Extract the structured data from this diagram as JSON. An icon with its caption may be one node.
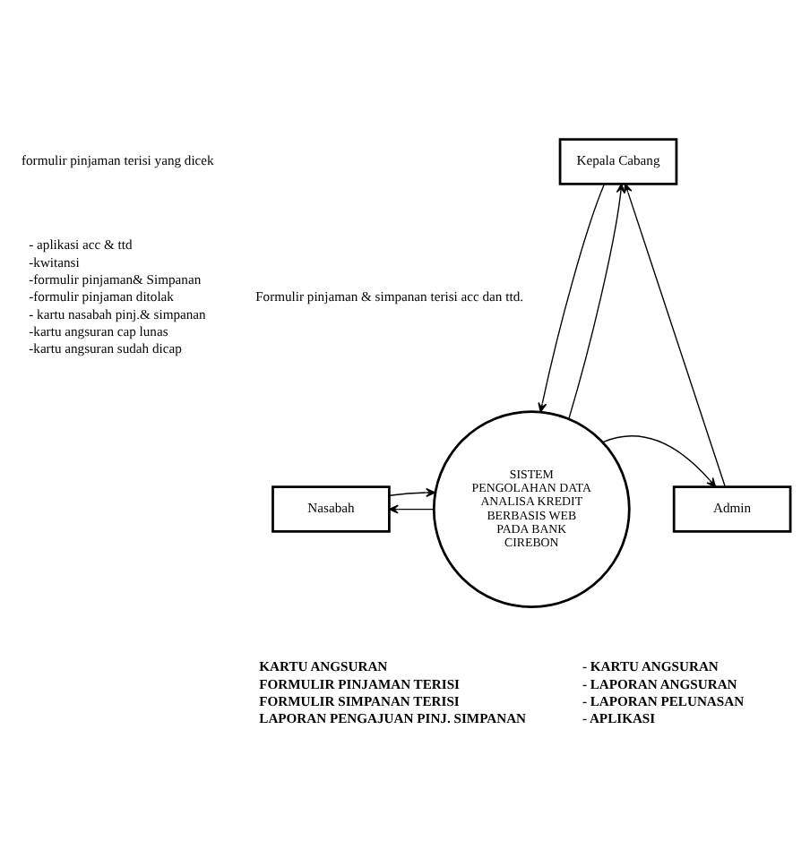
{
  "diagram": {
    "nodes": [
      {
        "text": [
          "Kepala Cabang"
        ]
      },
      {
        "text": [
          "SISTEM PENGOLAHAN DATA ANALISA KREDIT BERBASIS WEB PADA BANK CIREBON"
        ]
      },
      {
        "text": [
          "Nasabah"
        ]
      },
      {
        "text": [
          "Admin"
        ]
      }
    ],
    "edges": [
      {
        "from": 0,
        "to": 1,
        "arrow": "to"
      },
      {
        "from": 1,
        "to": 0,
        "arrow": "to"
      },
      {
        "from": 3,
        "to": 0,
        "arrow": "to"
      },
      {
        "from": 1,
        "to": 2,
        "arrow": "to"
      },
      {
        "from": 2,
        "to": 1,
        "arrow": "to"
      },
      {
        "from": 1,
        "to": 3,
        "arrow": "to"
      }
    ],
    "labels": [
      "formulir pinjaman terisi yang dicek",
      "- aplikasi acc & ttd",
      "-kwitansi",
      "-formulir pinjaman& Simpanan",
      "-formulir pinjaman ditolak",
      "- kartu nasabah pinj.& simpanan",
      "-kartu angsuran cap lunas",
      "-kartu angsuran sudah dicap",
      "Formulir pinjaman & simpanan terisi acc dan ttd.",
      "KARTU ANGSURAN",
      "FORMULIR PINJAMAN TERISI",
      "FORMULIR SIMPANAN TERISI",
      "LAPORAN PENGAJUAN PINJ. SIMPANAN",
      "- KARTU ANGSURAN",
      "- LAPORAN ANGSURAN",
      "- LAPORAN PELUNASAN",
      "- APLIKASI"
    ]
  }
}
